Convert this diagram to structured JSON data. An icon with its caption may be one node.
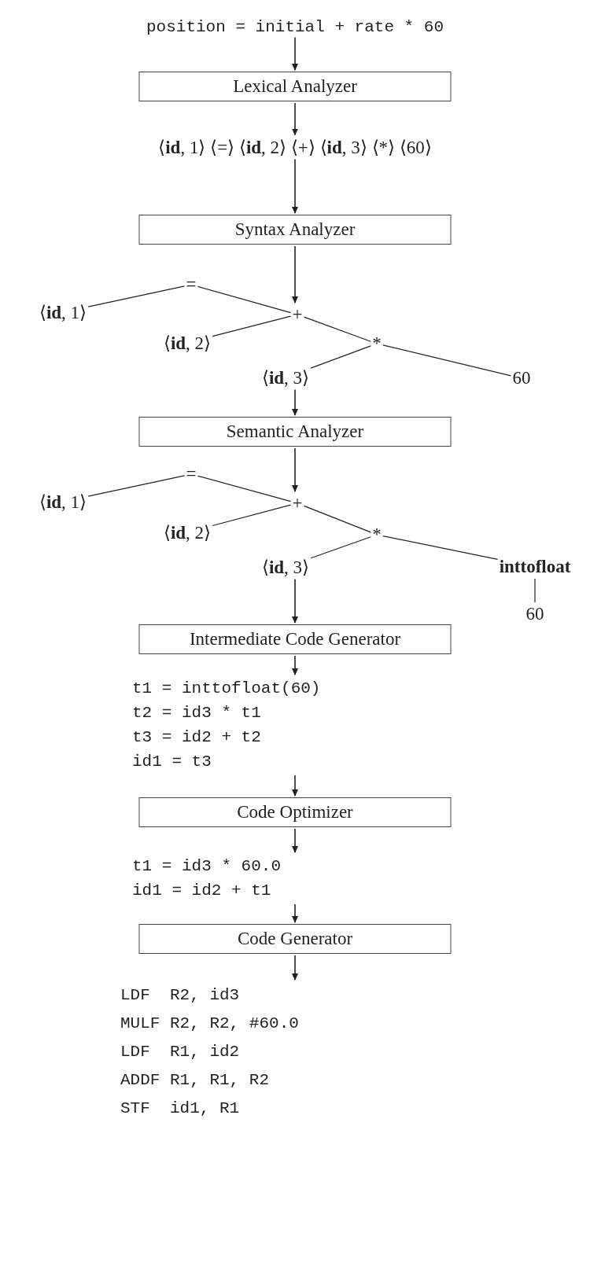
{
  "diagram": {
    "nodes": [
      {
        "text": [
          "position = initial + rate * 60"
        ]
      },
      {
        "text": [
          "Lexical Analyzer"
        ]
      },
      {
        "text": [
          "⟨**id**, 1⟩ ⟨=⟩ ⟨**id**, 2⟩ ⟨+⟩ ⟨**id**, 3⟩ ⟨*⟩ ⟨60⟩"
        ]
      },
      {
        "text": [
          "Syntax Analyzer"
        ]
      },
      {
        "text": [
          "="
        ]
      },
      {
        "text": [
          "⟨**id**, 1⟩"
        ]
      },
      {
        "text": [
          "+"
        ]
      },
      {
        "text": [
          "⟨**id**, 2⟩"
        ]
      },
      {
        "text": [
          "*"
        ]
      },
      {
        "text": [
          "⟨**id**, 3⟩"
        ]
      },
      {
        "text": [
          "60"
        ]
      },
      {
        "text": [
          "Semantic Analyzer"
        ]
      },
      {
        "text": [
          "="
        ]
      },
      {
        "text": [
          "⟨**id**, 1⟩"
        ]
      },
      {
        "text": [
          "+"
        ]
      },
      {
        "text": [
          "⟨**id**, 2⟩"
        ]
      },
      {
        "text": [
          "*"
        ]
      },
      {
        "text": [
          "⟨**id**, 3⟩"
        ]
      },
      {
        "text": [
          "**inttofloat**"
        ]
      },
      {
        "text": [
          "60"
        ]
      },
      {
        "text": [
          "Intermediate Code Generator"
        ]
      },
      {
        "text": [
          "t1 = inttofloat(60)",
          "t2 = id3 * t1",
          "t3 = id2 + t2",
          "id1 = t3"
        ]
      },
      {
        "text": [
          "Code Optimizer"
        ]
      },
      {
        "text": [
          "t1 = id3 * 60.0",
          "id1 = id2 + t1"
        ]
      },
      {
        "text": [
          "Code Generator"
        ]
      },
      {
        "text": [
          "LDF  R2, id3",
          "MULF R2, R2, #60.0",
          "LDF  R1, id2",
          "ADDF R1, R1, R2",
          "STF  id1, R1"
        ]
      }
    ],
    "edges": [
      {
        "from": 0,
        "to": 1,
        "arrow": "to"
      },
      {
        "from": 1,
        "to": 2,
        "arrow": "to"
      },
      {
        "from": 2,
        "to": 3,
        "arrow": "to"
      },
      {
        "from": 3,
        "to": 6,
        "arrow": "to"
      },
      {
        "from": 4,
        "to": 5,
        "arrow": "none"
      },
      {
        "from": 4,
        "to": 6,
        "arrow": "none"
      },
      {
        "from": 6,
        "to": 7,
        "arrow": "none"
      },
      {
        "from": 6,
        "to": 8,
        "arrow": "none"
      },
      {
        "from": 8,
        "to": 9,
        "arrow": "none"
      },
      {
        "from": 8,
        "to": 10,
        "arrow": "none"
      },
      {
        "from": 9,
        "to": 11,
        "arrow": "to"
      },
      {
        "from": 11,
        "to": 14,
        "arrow": "to"
      },
      {
        "from": 12,
        "to": 13,
        "arrow": "none"
      },
      {
        "from": 12,
        "to": 14,
        "arrow": "none"
      },
      {
        "from": 14,
        "to": 15,
        "arrow": "none"
      },
      {
        "from": 14,
        "to": 16,
        "arrow": "none"
      },
      {
        "from": 16,
        "to": 17,
        "arrow": "none"
      },
      {
        "from": 16,
        "to": 18,
        "arrow": "none"
      },
      {
        "from": 18,
        "to": 19,
        "arrow": "none"
      },
      {
        "from": 17,
        "to": 20,
        "arrow": "to"
      },
      {
        "from": 20,
        "to": 21,
        "arrow": "to"
      },
      {
        "from": 21,
        "to": 22,
        "arrow": "to"
      },
      {
        "from": 22,
        "to": 23,
        "arrow": "to"
      },
      {
        "from": 23,
        "to": 24,
        "arrow": "to"
      },
      {
        "from": 24,
        "to": 25,
        "arrow": "to"
      }
    ]
  }
}
